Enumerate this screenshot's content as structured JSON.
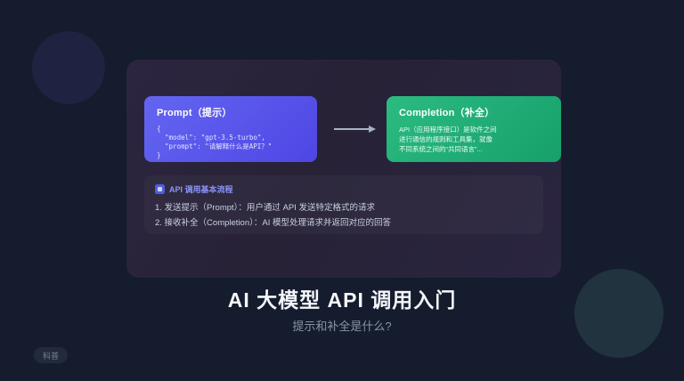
{
  "page": {
    "title": "AI 大模型 API 调用入门",
    "subtitle": "提示和补全是什么?",
    "badge": "科普"
  },
  "cards": {
    "prompt": {
      "title": "Prompt（提示）",
      "code": [
        "{",
        "  \"model\": \"gpt-3.5-turbo\",",
        "  \"prompt\": \"请解释什么是API？\"",
        "}"
      ]
    },
    "completion": {
      "title": "Completion（补全）",
      "body": [
        "API（应用程序接口）是软件之间",
        "进行通信的规则和工具集，就像",
        "不同系统之间的“共同语言”..."
      ]
    }
  },
  "flow": {
    "icon": "api-flow-icon",
    "heading": "API 调用基本流程",
    "steps": [
      "1. 发送提示（Prompt）：用户通过 API 发送特定格式的请求",
      "2. 接收补全（Completion）：AI 模型处理请求并返回对应的回答"
    ]
  },
  "colors": {
    "background": "#141c2d",
    "panel": "#2a2540",
    "prompt_gradient_start": "#6366f1",
    "prompt_gradient_end": "#4f46e5",
    "completion_gradient_start": "#2bbb81",
    "completion_gradient_end": "#17a06a",
    "accent_indigo": "#8b93f8",
    "arrow": "#a8b1c4",
    "circle_top_left": "#1e2341",
    "circle_bottom_right": "#21333e"
  }
}
